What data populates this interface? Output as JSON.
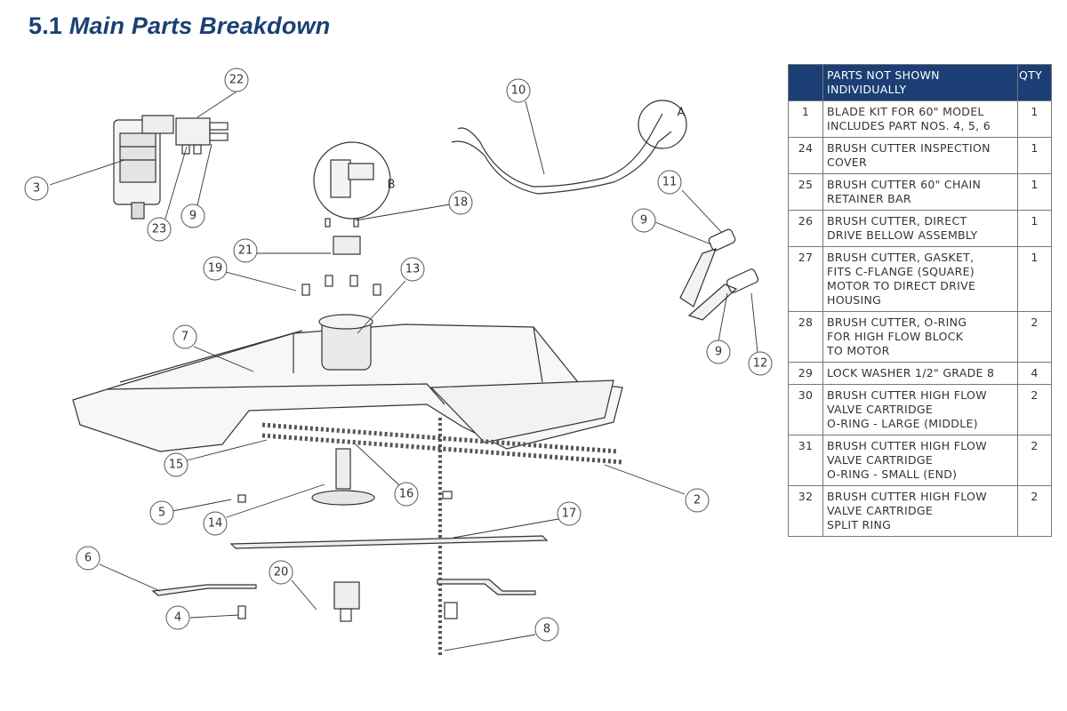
{
  "header": {
    "section_number": "5.1",
    "title": "Main Parts Breakdown"
  },
  "diagram": {
    "callouts": [
      "22",
      "10",
      "A",
      "3",
      "23",
      "9",
      "B",
      "18",
      "11",
      "9",
      "21",
      "13",
      "19",
      "9",
      "12",
      "7",
      "15",
      "16",
      "2",
      "5",
      "14",
      "17",
      "6",
      "20",
      "4",
      "8"
    ]
  },
  "parts_table": {
    "header": {
      "description": "PARTS NOT SHOWN\nINDIVIDUALLY",
      "qty": "QTY"
    },
    "rows": [
      {
        "no": "1",
        "description": "BLADE KIT FOR 60\" MODEL\nINCLUDES PART NOS. 4, 5, 6",
        "qty": "1"
      },
      {
        "no": "24",
        "description": "BRUSH CUTTER INSPECTION\nCOVER",
        "qty": "1"
      },
      {
        "no": "25",
        "description": "BRUSH CUTTER 60\" CHAIN\nRETAINER BAR",
        "qty": "1"
      },
      {
        "no": "26",
        "description": "BRUSH CUTTER, DIRECT\nDRIVE BELLOW ASSEMBLY",
        "qty": "1"
      },
      {
        "no": "27",
        "description": "BRUSH CUTTER, GASKET,\nFITS C-FLANGE (SQUARE)\nMOTOR TO DIRECT DRIVE\nHOUSING",
        "qty": "1"
      },
      {
        "no": "28",
        "description": "BRUSH CUTTER, O-RING\nFOR HIGH FLOW BLOCK\nTO MOTOR",
        "qty": "2"
      },
      {
        "no": "29",
        "description": "LOCK WASHER 1/2\" GRADE 8",
        "qty": "4"
      },
      {
        "no": "30",
        "description": "BRUSH CUTTER HIGH FLOW\nVALVE CARTRIDGE\nO-RING - LARGE (MIDDLE)",
        "qty": "2"
      },
      {
        "no": "31",
        "description": "BRUSH CUTTER HIGH FLOW\nVALVE CARTRIDGE\nO-RING - SMALL (END)",
        "qty": "2"
      },
      {
        "no": "32",
        "description": "BRUSH CUTTER HIGH FLOW\nVALVE CARTRIDGE\nSPLIT RING",
        "qty": "2"
      }
    ]
  }
}
